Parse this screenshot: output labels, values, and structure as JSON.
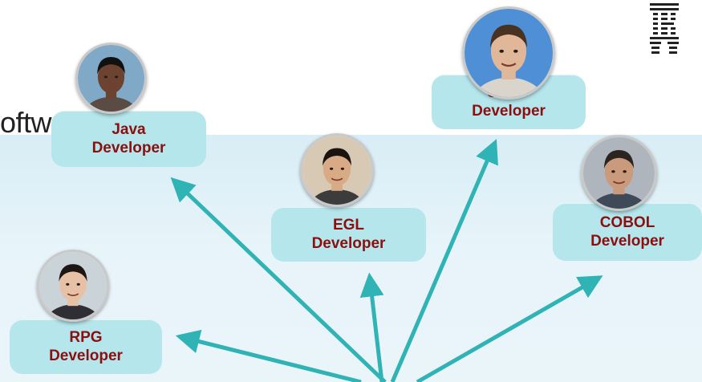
{
  "brand": {
    "visible_text": "oftware"
  },
  "logo": {
    "name": "ibm-stripes-logo"
  },
  "roles": [
    {
      "id": "java",
      "line1": "Java",
      "line2": "Developer",
      "skin": "#6b4330",
      "hair": "#111111",
      "bg": "#7fa9c7",
      "shirt": "#5a4b44"
    },
    {
      "id": "cpp",
      "line1": "C/C++",
      "line2": "Developer",
      "skin": "#e1b79a",
      "hair": "#4a3223",
      "bg": "#4f8fd6",
      "shirt": "#d9d4cc"
    },
    {
      "id": "egl",
      "line1": "EGL",
      "line2": "Developer",
      "skin": "#d9aa86",
      "hair": "#1a1410",
      "bg": "#d8c9b5",
      "shirt": "#3c3c3c"
    },
    {
      "id": "cobol",
      "line1": "COBOL",
      "line2": "Developer",
      "skin": "#c99b7c",
      "hair": "#2c2420",
      "bg": "#aeb5bd",
      "shirt": "#3e4a57"
    },
    {
      "id": "rpg",
      "line1": "RPG",
      "line2": "Developer",
      "skin": "#e6c1a6",
      "hair": "#1d1612",
      "bg": "#c9d3d8",
      "shirt": "#2e2e34"
    }
  ],
  "colors": {
    "arrow": "#2fb3b4",
    "label_text": "#8b0f0f",
    "label_bg": "#b4e6ec"
  }
}
